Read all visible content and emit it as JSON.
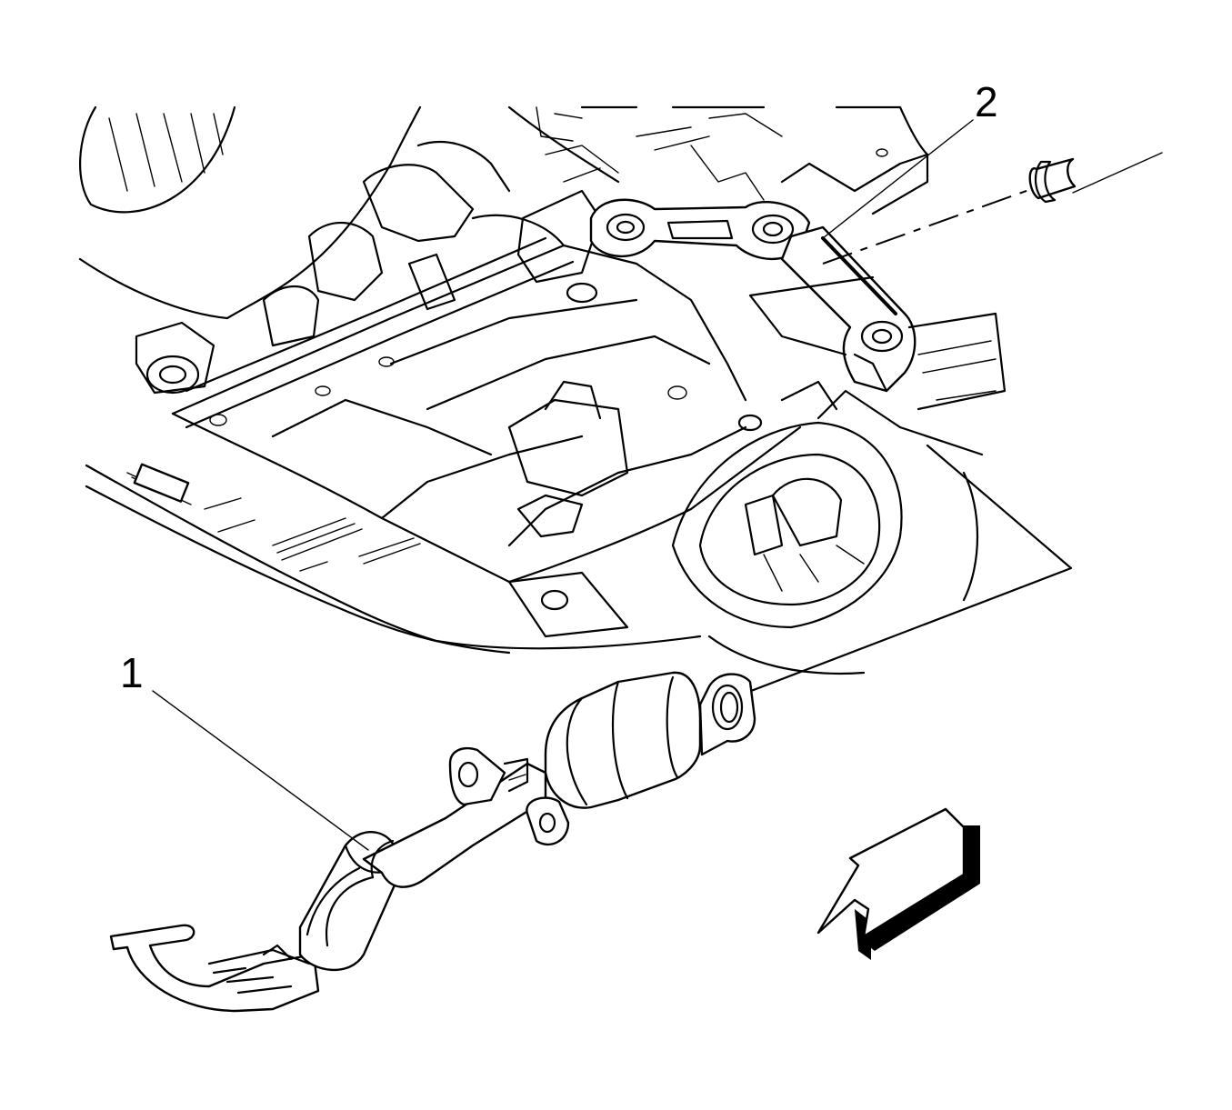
{
  "callouts": [
    {
      "id": "1",
      "text": "1"
    },
    {
      "id": "2",
      "text": "2"
    }
  ],
  "colors": {
    "line": "#000000",
    "background": "#ffffff"
  },
  "icons": [
    "direction-arrow-icon"
  ]
}
